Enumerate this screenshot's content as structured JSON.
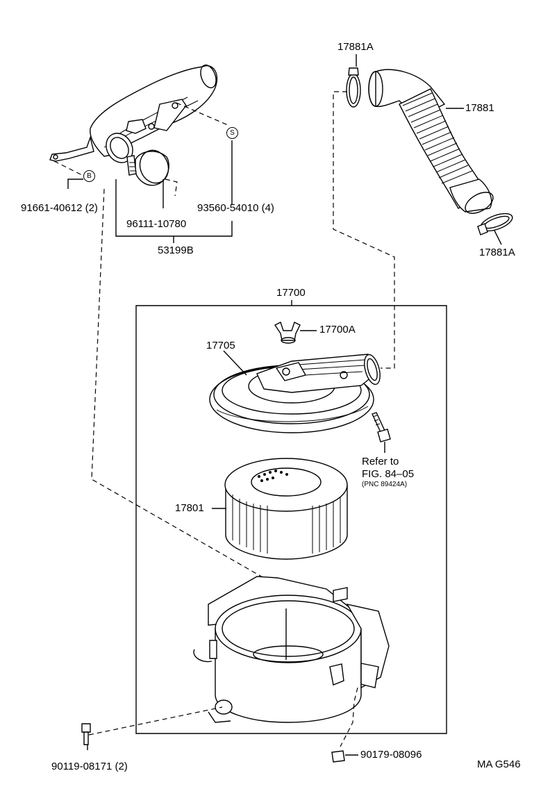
{
  "labels": {
    "p17881A_top": "17881A",
    "p17881": "17881",
    "p17881A_bottom": "17881A",
    "p91661": "91661-40612 (2)",
    "p96111": "96111-10780",
    "p93560": "93560-54010 (4)",
    "p53199B": "53199B",
    "p17700": "17700",
    "p17700A": "17700A",
    "p17705": "17705",
    "refer_line1": "Refer to",
    "refer_line2": "FIG. 84–05",
    "refer_line3": "(PNC 89424A)",
    "p17801": "17801",
    "p90119": "90119-08171 (2)",
    "p90179": "90179-08096",
    "diagram_code": "MA G546"
  },
  "callouts": {
    "S": "S",
    "B": "B"
  },
  "colors": {
    "line": "#000000",
    "background": "#ffffff"
  }
}
